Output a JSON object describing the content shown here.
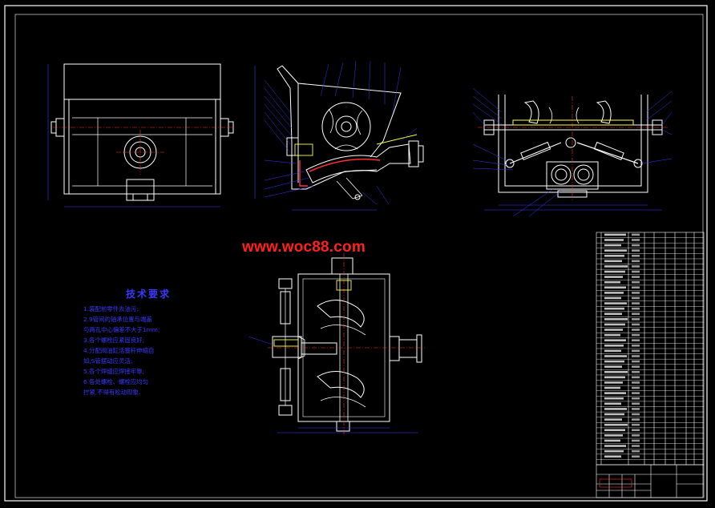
{
  "watermark": "www.woc88.com",
  "tech_notes": {
    "title": "技术要求",
    "lines": [
      "1.装配前零件去油污;",
      "2.9管间的轴承位置与端盖",
      "与两孔中心偏差不大于1mm;",
      "3.各个螺栓应紧固良好;",
      "4.分配阀油缸活塞杆伸缩自",
      "如,S管摆动应灵活;",
      "5.各个焊缝应焊接牢靠;",
      "6.各处螺栓、螺栓应均匀",
      "拧紧,不得有松动现象."
    ]
  },
  "colors": {
    "line": "#ffffff",
    "frame": "#ffffff",
    "dim": "#3a3aff",
    "center": "#ff3030",
    "hatch": "#ff3030",
    "accent": "#ffff40",
    "watermark": "#ff2020"
  }
}
